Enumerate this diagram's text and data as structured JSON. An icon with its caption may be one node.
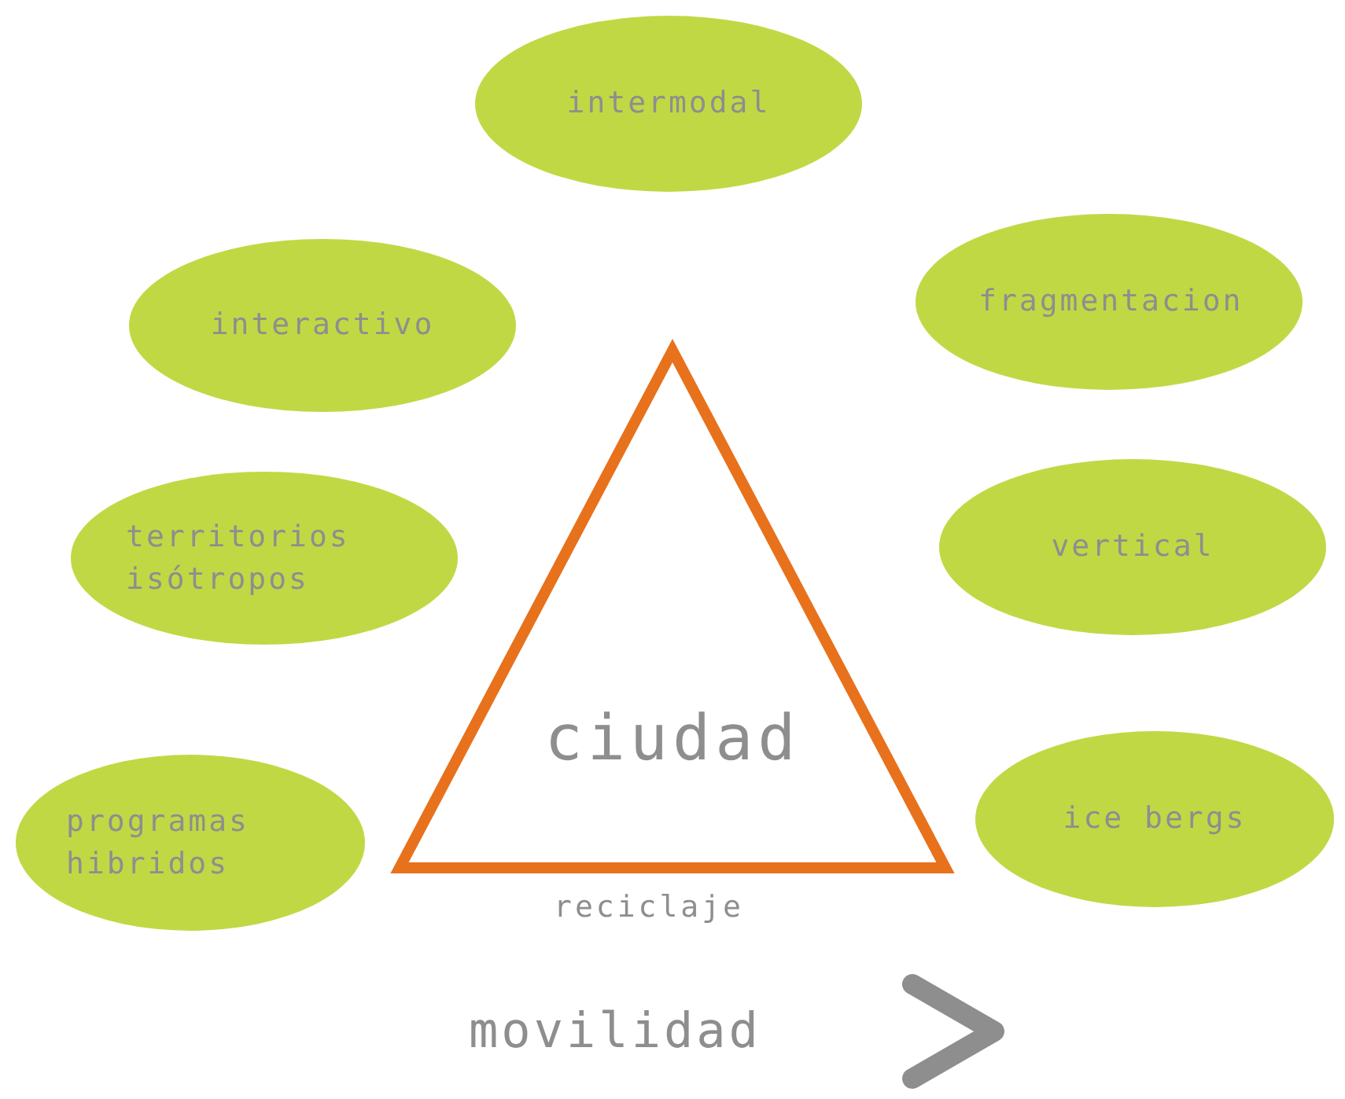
{
  "diagram": {
    "nodes": [
      {
        "text": [
          "intermodal"
        ]
      },
      {
        "text": [
          "interactivo"
        ]
      },
      {
        "text": [
          "fragmentacion"
        ]
      },
      {
        "text": [
          "territorios isótropos"
        ]
      },
      {
        "text": [
          "vertical"
        ]
      },
      {
        "text": [
          "ciudad"
        ]
      },
      {
        "text": [
          "programas hibridos"
        ]
      },
      {
        "text": [
          "ice bergs"
        ]
      }
    ],
    "labels": [
      "reciclaje",
      "movilidad"
    ]
  }
}
